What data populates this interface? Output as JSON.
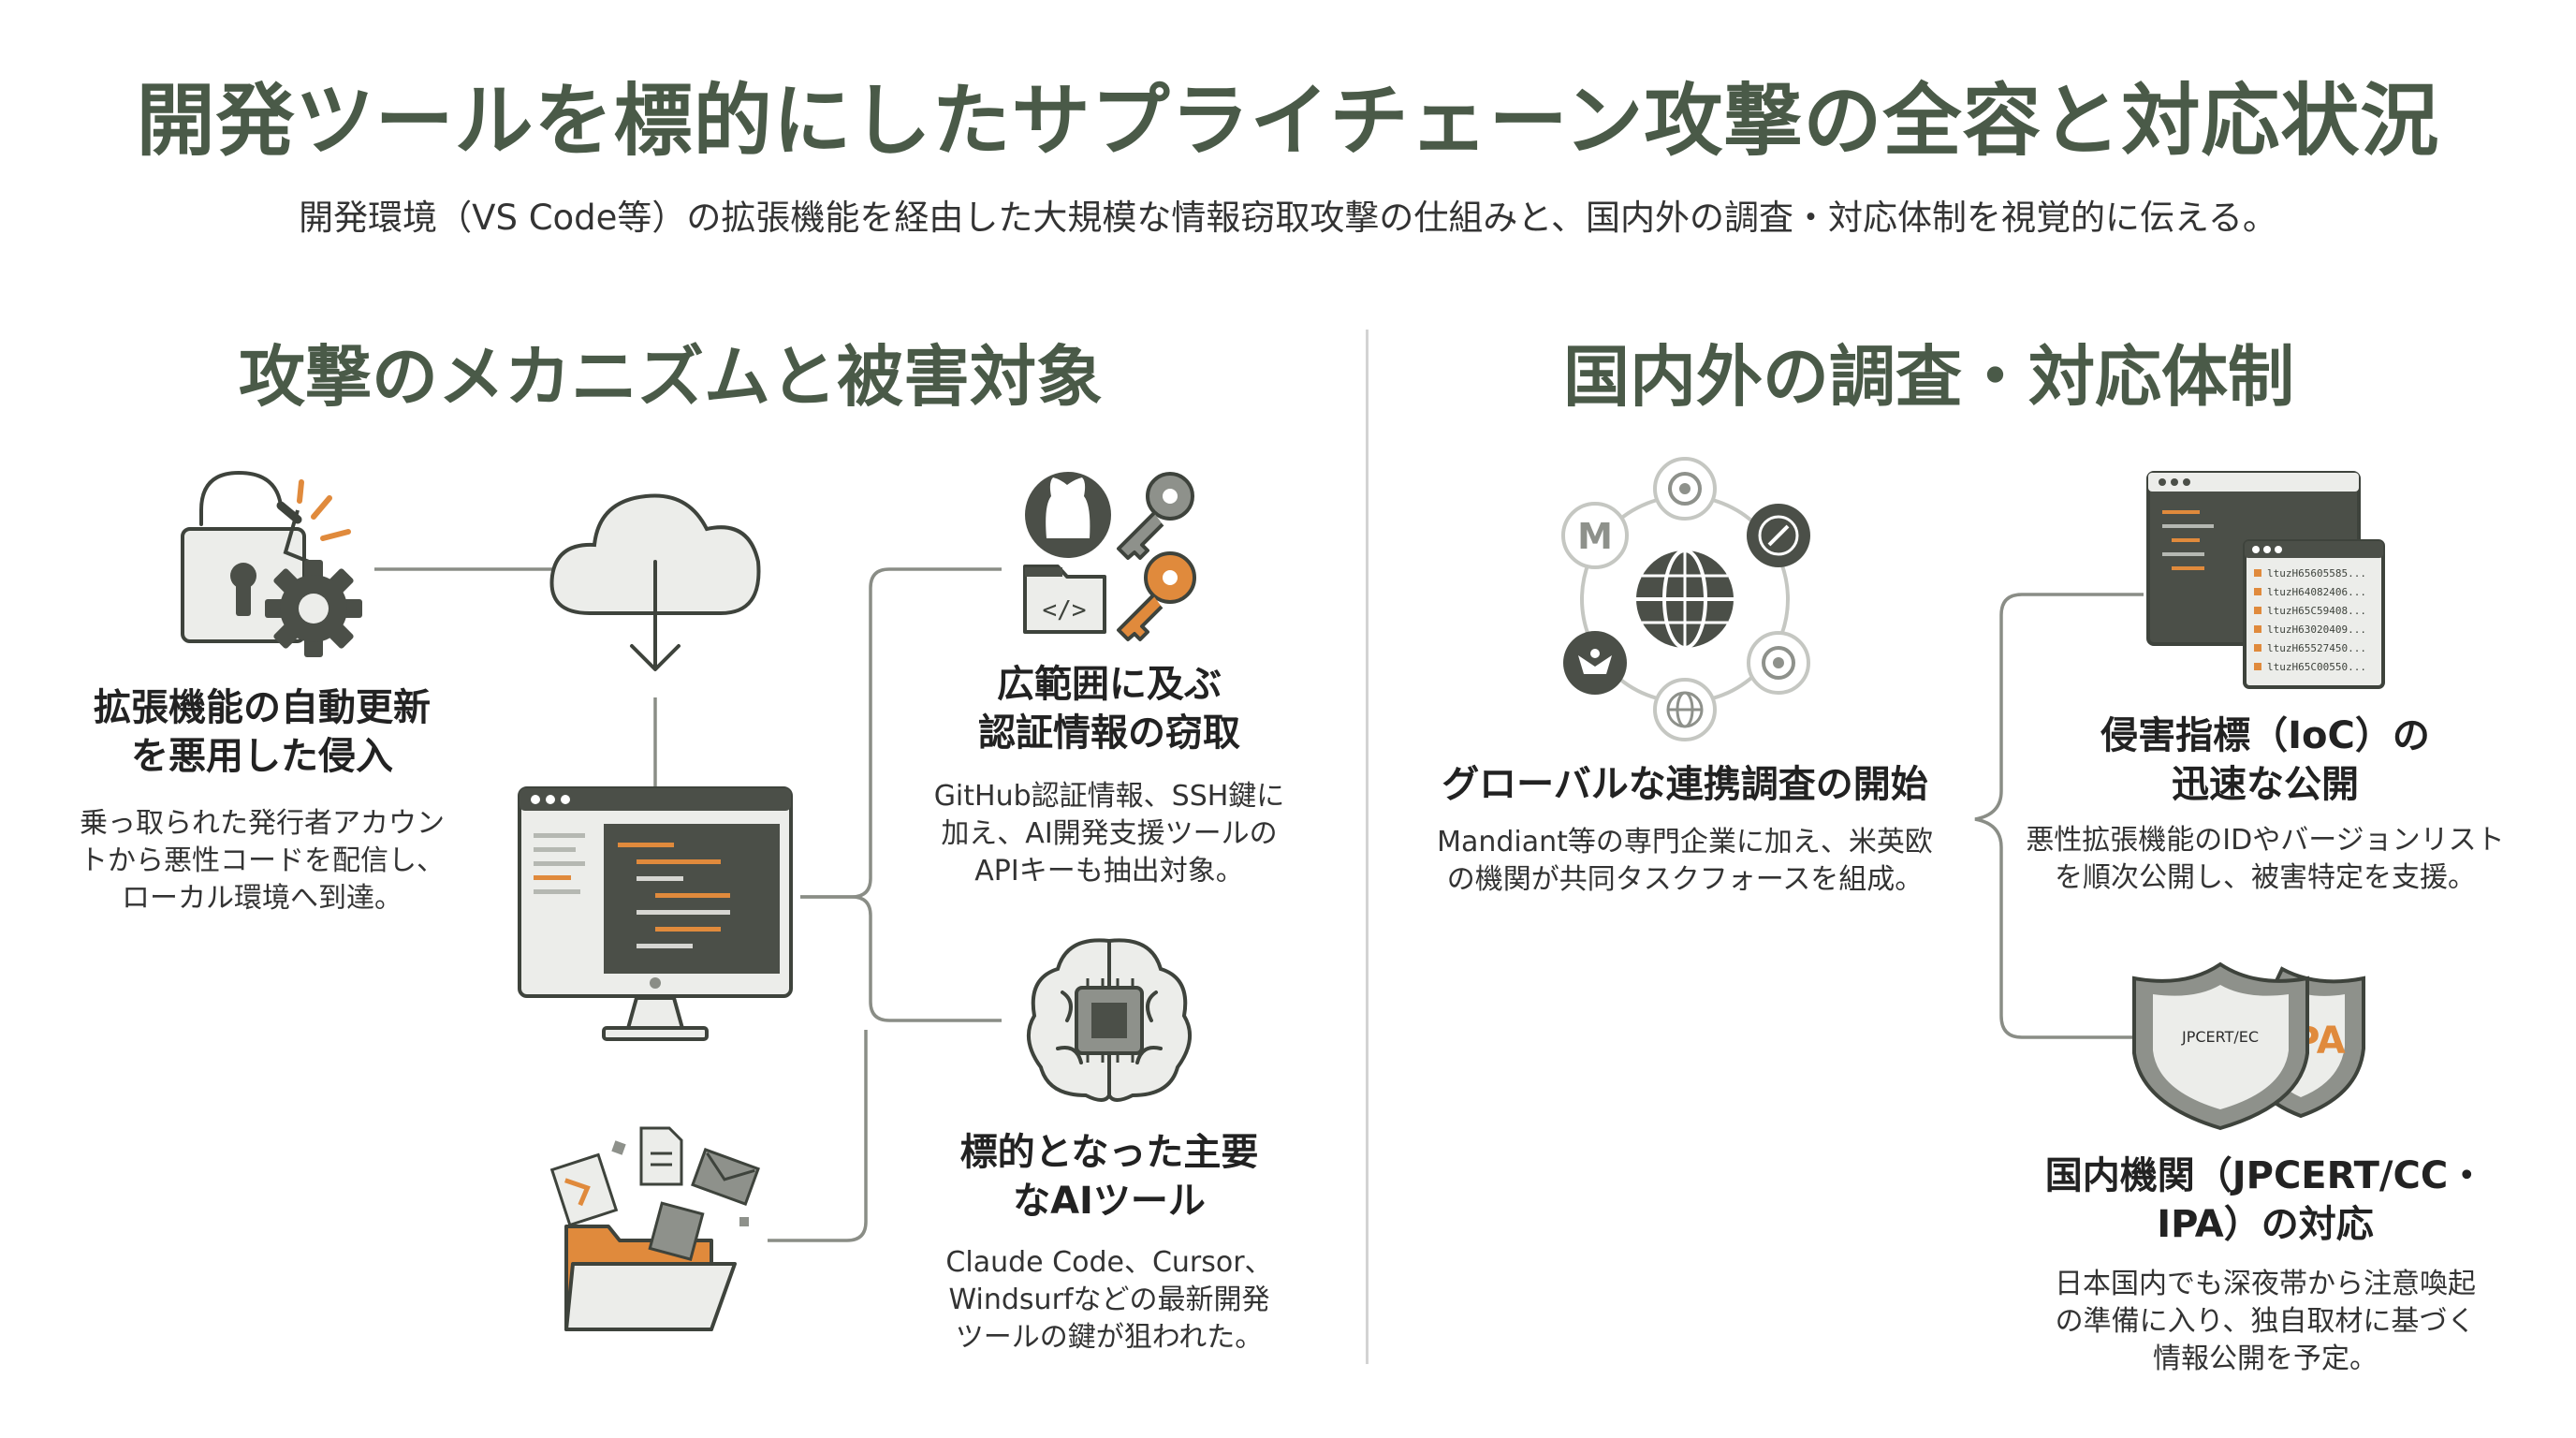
{
  "header": {
    "title": "開発ツールを標的にしたサプライチェーン攻撃の全容と対応状況",
    "subtitle": "開発環境（VS Code等）の拡張機能を経由した大規模な情報窃取攻撃の仕組みと、国内外の調査・対応体制を視覚的に伝える。"
  },
  "left": {
    "title": "攻撃のメカニズムと被害対象",
    "auto_update": {
      "heading": [
        "拡張機能の自動更新",
        "を悪用した侵入"
      ],
      "body": [
        "乗っ取られた発行者アカウン",
        "トから悪性コードを配信し、",
        "ローカル環境へ到達。"
      ]
    },
    "credentials": {
      "heading": [
        "広範囲に及ぶ",
        "認証情報の窃取"
      ],
      "body": [
        "GitHub認証情報、SSH鍵に",
        "加え、AI開発支援ツールの",
        "APIキーも抽出対象。"
      ]
    },
    "ai_tools": {
      "heading": [
        "標的となった主要",
        "なAIツール"
      ],
      "body": [
        "Claude Code、Cursor、",
        "Windsurfなどの最新開発",
        "ツールの鍵が狙われた。"
      ]
    }
  },
  "right": {
    "title": "国内外の調査・対応体制",
    "global": {
      "heading": [
        "グローバルな連携調査の開始"
      ],
      "body": [
        "Mandiant等の専門企業に加え、米英欧",
        "の機関が共同タスクフォースを組成。"
      ]
    },
    "ioc": {
      "heading": [
        "侵害指標（IoC）の",
        "迅速な公開"
      ],
      "body": [
        "悪性拡張機能のIDやバージョンリスト",
        "を順次公開し、被害特定を支援。"
      ],
      "list": [
        "ltuzH65605585...",
        "ltuzH64082406...",
        "ltuzH65C59408...",
        "ltuzH63020409...",
        "ltuzH65527450...",
        "ltuzH65C00550..."
      ]
    },
    "domestic": {
      "heading": [
        "国内機関（JPCERT/CC・",
        "IPA）の対応"
      ],
      "body": [
        "日本国内でも深夜帯から注意喚起",
        "の準備に入り、独自取材に基づく",
        "情報公開を予定。"
      ],
      "shield_left": "JPCERT/EC",
      "shield_right": "IPA"
    }
  },
  "colors": {
    "accent_green": "#4a5a48",
    "accent_orange": "#e08a3c",
    "icon_dark": "#4b4f48",
    "light_fill": "#ecedea"
  }
}
